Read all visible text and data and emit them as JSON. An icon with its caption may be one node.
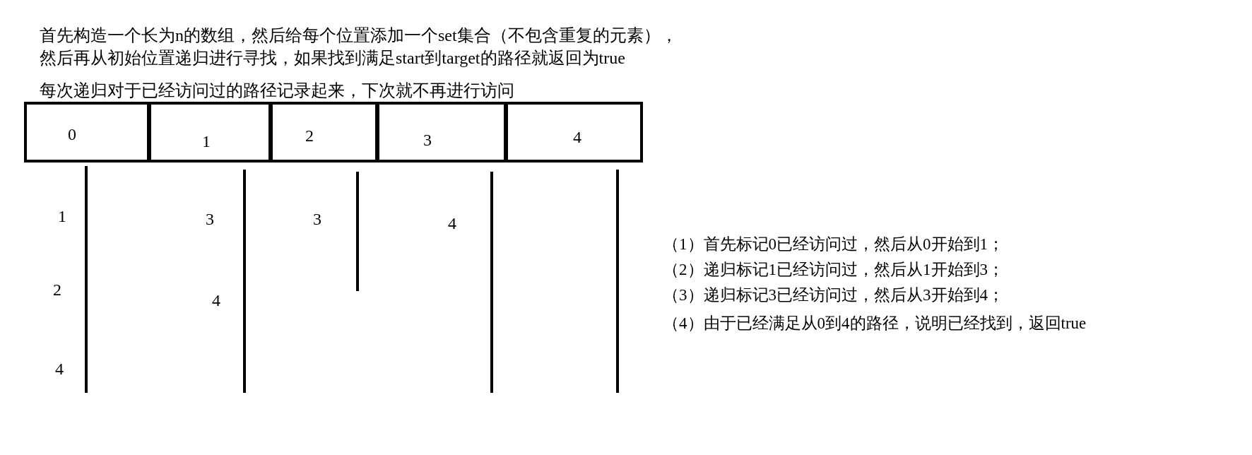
{
  "diagram": {
    "nodes": [
      {
        "text": [
          "0"
        ]
      },
      {
        "text": [
          "1"
        ]
      },
      {
        "text": [
          "2"
        ]
      },
      {
        "text": [
          "3"
        ]
      },
      {
        "text": [
          "4"
        ]
      }
    ],
    "labels": [
      "首先构造一个长为n的数组，然后给每个位置添加一个set集合（不包含重复的元素），",
      "然后再从初始位置递归进行寻找，如果找到满足start到target的路径就返回为true",
      "每次递归对于已经访问过的路径记录起来，下次就不再进行访问",
      "1",
      "3",
      "3",
      "4",
      "2",
      "4",
      "4",
      "（1）首先标记0已经访问过，然后从0开始到1；",
      "（2）递归标记1已经访问过，然后从1开始到3；",
      "（3）递归标记3已经访问过，然后从3开始到4；",
      "（4）由于已经满足从0到4的路径，说明已经找到，返回true"
    ]
  }
}
